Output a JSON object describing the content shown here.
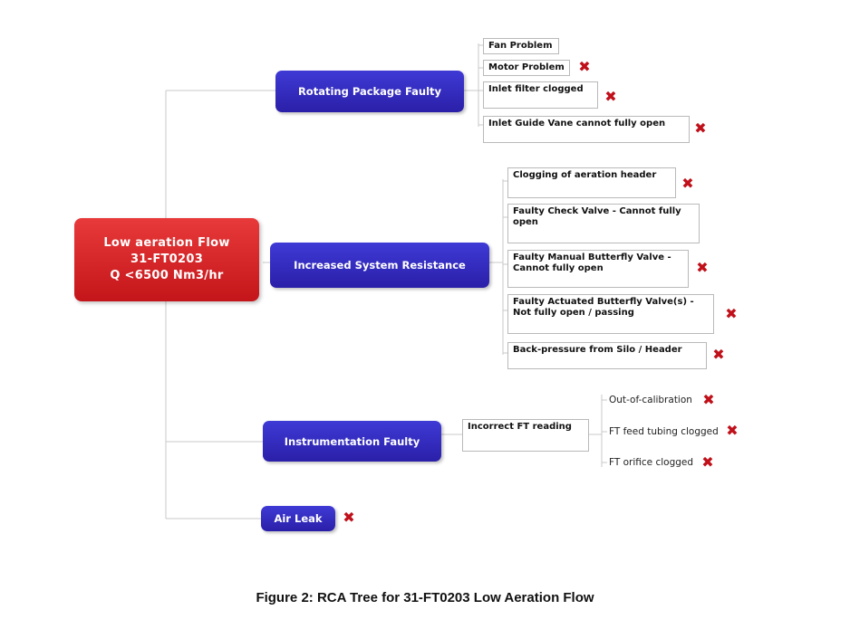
{
  "colors": {
    "root": "#d01e22",
    "branch": "#3128b8",
    "cause_marker": "#c0101a",
    "connector": "#c8c8c8"
  },
  "icons": {
    "cause_marker": "red-x-icon"
  },
  "root": {
    "line1": "Low aeration Flow",
    "line2": "31-FT0203",
    "line3": "Q <6500 Nm3/hr"
  },
  "branches": [
    {
      "label": "Rotating Package Faulty",
      "causes": [
        {
          "label": "Fan Problem",
          "marked": false
        },
        {
          "label": "Motor Problem",
          "marked": true
        },
        {
          "label": "Inlet filter clogged",
          "marked": true
        },
        {
          "label": "Inlet Guide Vane cannot fully open",
          "marked": true
        }
      ]
    },
    {
      "label": "Increased System Resistance",
      "causes": [
        {
          "label": "Clogging of aeration header",
          "marked": true
        },
        {
          "label": "Faulty Check Valve - Cannot fully open",
          "marked": false
        },
        {
          "label": "Faulty Manual Butterfly Valve - Cannot fully open",
          "marked": true
        },
        {
          "label": "Faulty Actuated Butterfly Valve(s) - Not fully open / passing",
          "marked": true
        },
        {
          "label": "Back-pressure from Silo / Header",
          "marked": true
        }
      ]
    },
    {
      "label": "Instrumentation Faulty",
      "causes": [
        {
          "label": "Incorrect FT reading",
          "marked": false,
          "subcauses": [
            {
              "label": "Out-of-calibration",
              "marked": true
            },
            {
              "label": "FT feed tubing clogged",
              "marked": true
            },
            {
              "label": "FT orifice clogged",
              "marked": true
            }
          ]
        }
      ]
    },
    {
      "label": "Air Leak",
      "marked": true,
      "causes": []
    }
  ],
  "caption": "Figure 2: RCA Tree for 31-FT0203 Low Aeration Flow"
}
